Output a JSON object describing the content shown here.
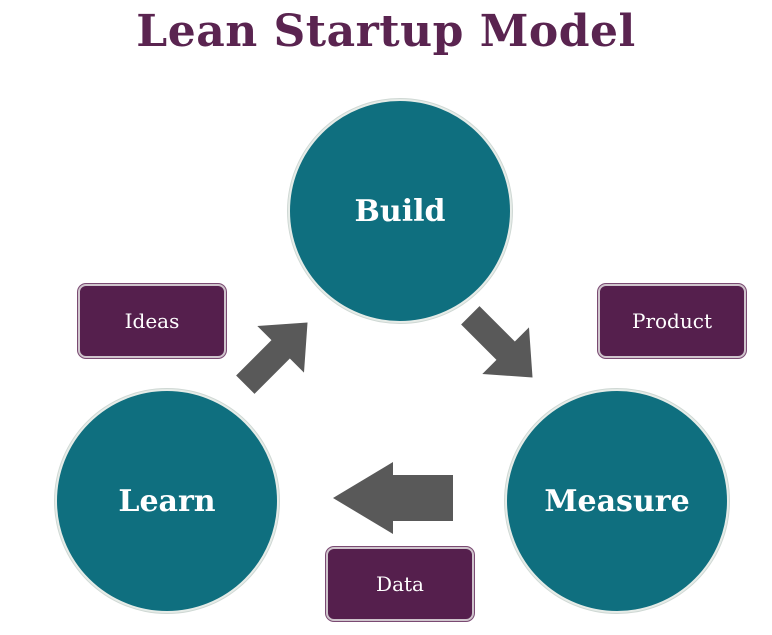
{
  "title": "Lean Startup Model",
  "stages": {
    "build": "Build",
    "measure": "Measure",
    "learn": "Learn"
  },
  "outputs": {
    "ideas": "Ideas",
    "product": "Product",
    "data": "Data"
  },
  "colors": {
    "title": "#5a2450",
    "circle": "#0f6f7f",
    "box": "#551f4d",
    "arrow": "#595959"
  },
  "icons": [
    "arrow-up-right-icon",
    "arrow-down-right-icon",
    "arrow-left-icon"
  ]
}
